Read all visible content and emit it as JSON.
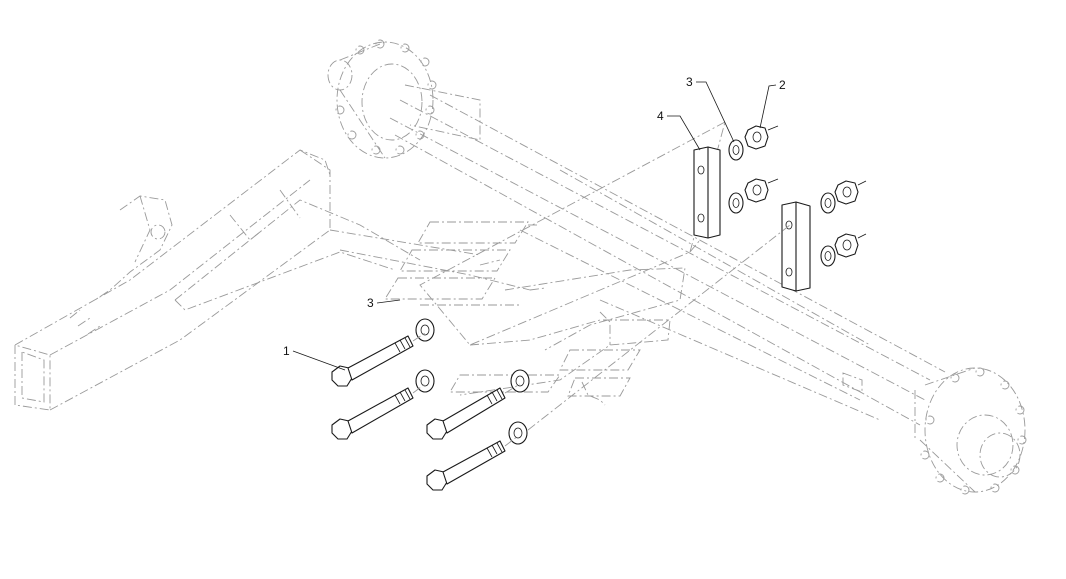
{
  "callouts": [
    {
      "id": "1",
      "text": "1"
    },
    {
      "id": "2",
      "text": "2"
    },
    {
      "id": "3a",
      "text": "3"
    },
    {
      "id": "3b",
      "text": "3"
    },
    {
      "id": "4",
      "text": "4"
    }
  ],
  "colors": {
    "line": "#1a1a1a",
    "ghost": "#9a9a9a",
    "background": "#ffffff"
  }
}
